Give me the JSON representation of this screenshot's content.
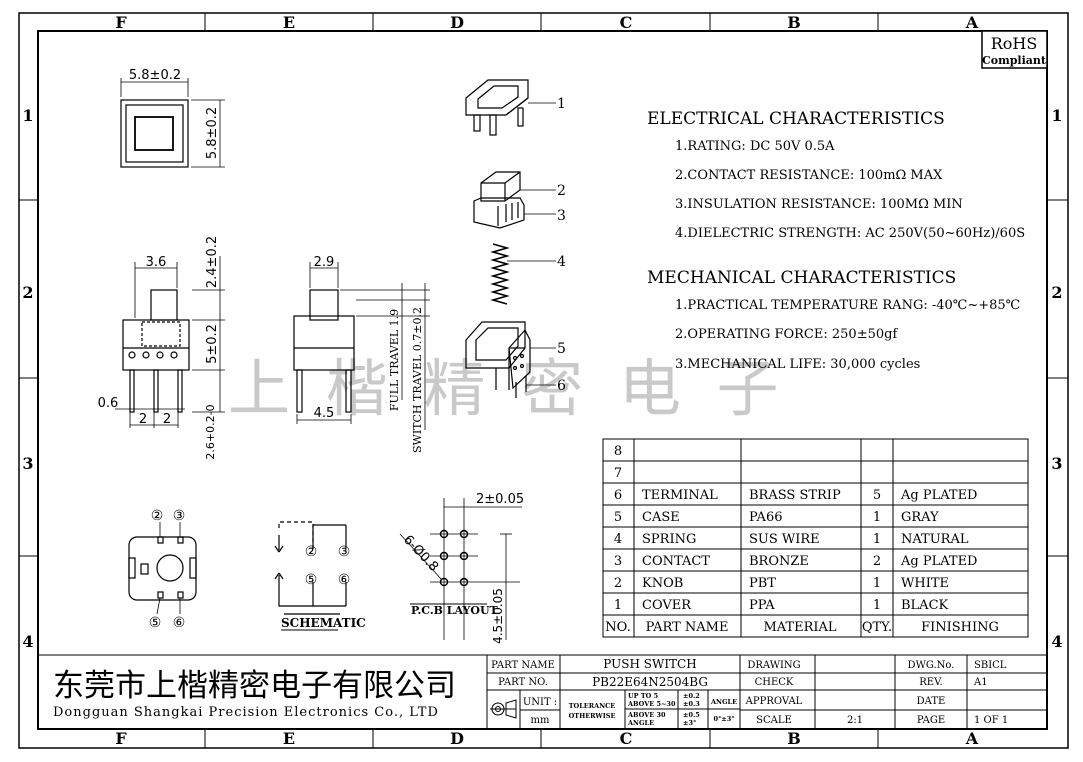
{
  "border": {
    "columns": [
      "F",
      "E",
      "D",
      "C",
      "B",
      "A"
    ],
    "rows": [
      "1",
      "2",
      "3",
      "4"
    ]
  },
  "rohs": {
    "line1": "RoHS",
    "line2": "Compliant"
  },
  "watermark": "上 楷 精 密 电 子",
  "dimensions": {
    "top_width": "5.8±0.2",
    "top_height": "5.8±0.2",
    "front_knob_width": "3.6",
    "front_knob_height": "2.4±0.2",
    "front_body_height": "5±0.2",
    "pin_thickness": "0.6",
    "pin_pitch_a": "2",
    "pin_pitch_b": "2",
    "pin_length": "2.6+0.2-0",
    "side_knob_width": "2.9",
    "side_base_width": "4.5",
    "full_travel": "FULL TRAVEL 1.9",
    "switch_travel": "SWITCH TRAVEL 0.7±0.2",
    "pcb_pitch": "2±0.05",
    "pcb_hole": "6-Ø0.8",
    "pcb_height": "4.5±0.05"
  },
  "callouts": [
    "1",
    "2",
    "3",
    "4",
    "5",
    "6"
  ],
  "bottom_view_labels": [
    "②",
    "③",
    "⑤",
    "⑥"
  ],
  "schematic": {
    "title": "SCHEMATIC",
    "pins": [
      "②",
      "③",
      "⑤",
      "⑥"
    ]
  },
  "pcb_layout_title": "P.C.B LAYOUT",
  "electrical": {
    "heading": "ELECTRICAL CHARACTERISTICS",
    "items": [
      "1.RATING: DC 50V 0.5A",
      "2.CONTACT RESISTANCE: 100mΩ MAX",
      "3.INSULATION RESISTANCE: 100MΩ MIN",
      "4.DIELECTRIC STRENGTH: AC 250V(50~60Hz)/60S"
    ]
  },
  "mechanical": {
    "heading": "MECHANICAL CHARACTERISTICS",
    "items": [
      "1.PRACTICAL TEMPERATURE RANG: -40℃~+85℃",
      "2.OPERATING FORCE: 250±50gf",
      "3.MECHANICAL LIFE: 30,000 cycles"
    ]
  },
  "bom": {
    "header": [
      "NO.",
      "PART NAME",
      "MATERIAL",
      "QTY.",
      "FINISHING"
    ],
    "rows": [
      [
        "8",
        "",
        "",
        "",
        ""
      ],
      [
        "7",
        "",
        "",
        "",
        ""
      ],
      [
        "6",
        "TERMINAL",
        "BRASS STRIP",
        "5",
        "Ag PLATED"
      ],
      [
        "5",
        "CASE",
        "PA66",
        "1",
        "GRAY"
      ],
      [
        "4",
        "SPRING",
        "SUS WIRE",
        "1",
        "NATURAL"
      ],
      [
        "3",
        "CONTACT",
        "BRONZE",
        "2",
        "Ag PLATED"
      ],
      [
        "2",
        "KNOB",
        "PBT",
        "1",
        "WHITE"
      ],
      [
        "1",
        "COVER",
        "PPA",
        "1",
        "BLACK"
      ]
    ]
  },
  "title_block": {
    "company_cn": "东莞市上楷精密电子有限公司",
    "company_en": "Dongguan Shangkai Precision Electronics Co., LTD",
    "part_name_label": "PART NAME",
    "part_name": "PUSH SWITCH",
    "part_no_label": "PART NO.",
    "part_no": "PB22E64N2504BG",
    "unit_label": "UNIT :",
    "unit": "mm",
    "tolerance_label_1": "TOLERANCE",
    "tolerance_label_2": "OTHERWISE",
    "tol_row1": "UP TO 5",
    "tol_row1_val": "±0.2",
    "tol_row2": "ABOVE 5~30",
    "tol_row2_val": "±0.3",
    "tol_row3": "ABOVE 30",
    "tol_row3_val": "±0.5",
    "tol_row4": "ANGLE",
    "tol_row4_val": "±3°",
    "angle_label": "ANGLE",
    "angle_val": "0°±3°",
    "drawing_label": "DRAWING",
    "check_label": "CHECK",
    "approval_label": "APPROVAL",
    "scale_label": "SCALE",
    "scale": "2:1",
    "dwg_no_label": "DWG.No.",
    "dwg_no": "SBICL",
    "rev_label": "REV.",
    "rev": "A1",
    "date_label": "DATE",
    "date": "",
    "page_label": "PAGE",
    "page": "1 OF 1"
  }
}
